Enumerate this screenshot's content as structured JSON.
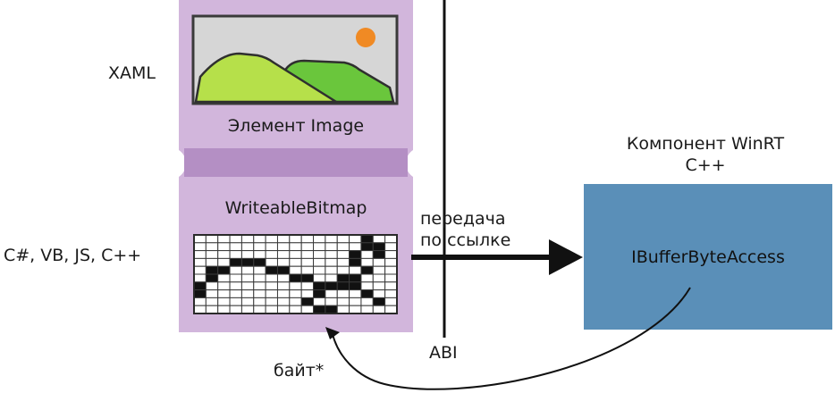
{
  "labels": {
    "xaml": "XAML",
    "langs": "C#, VB, JS, C++",
    "image_element": "Элемент Image",
    "writeable_bitmap": "WriteableBitmap",
    "pass_line1": "передача",
    "pass_line2": "по ссылке",
    "abi": "ABI",
    "component_line1": "Компонент WinRT",
    "component_line2": "C++",
    "buffer_access": "IBufferByteAccess",
    "byte_ptr": "байт*"
  },
  "colors": {
    "panel": "#d2b6dc",
    "panel_dark": "#b48fc4",
    "component": "#5a8fb8",
    "hill_light": "#b6e04a",
    "hill_dark": "#6ac63c",
    "sun": "#f08a24",
    "sky": "#d6d6d6"
  },
  "pixel_grid": {
    "rows": 10,
    "cols": 17,
    "filled": [
      [
        0,
        14
      ],
      [
        1,
        14
      ],
      [
        1,
        15
      ],
      [
        2,
        13
      ],
      [
        2,
        15
      ],
      [
        3,
        3
      ],
      [
        3,
        4
      ],
      [
        3,
        5
      ],
      [
        3,
        13
      ],
      [
        4,
        1
      ],
      [
        4,
        2
      ],
      [
        4,
        6
      ],
      [
        4,
        7
      ],
      [
        4,
        14
      ],
      [
        5,
        1
      ],
      [
        5,
        8
      ],
      [
        5,
        9
      ],
      [
        5,
        12
      ],
      [
        5,
        13
      ],
      [
        6,
        0
      ],
      [
        6,
        10
      ],
      [
        6,
        11
      ],
      [
        6,
        12
      ],
      [
        6,
        13
      ],
      [
        7,
        0
      ],
      [
        7,
        10
      ],
      [
        7,
        14
      ],
      [
        8,
        9
      ],
      [
        8,
        15
      ],
      [
        9,
        10
      ],
      [
        9,
        11
      ]
    ]
  }
}
